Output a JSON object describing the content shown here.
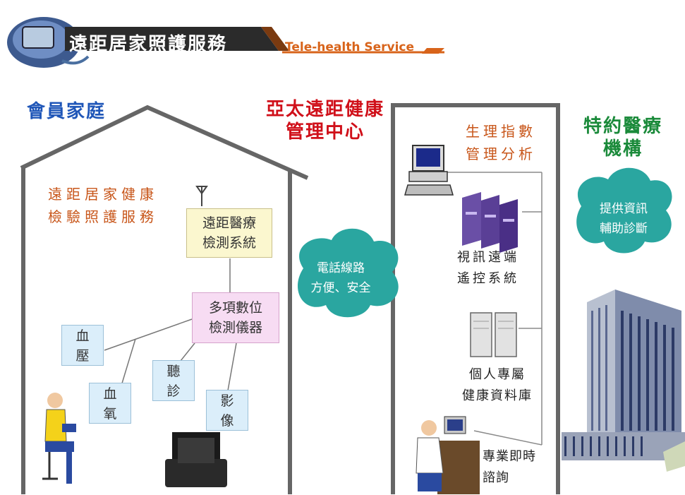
{
  "header": {
    "title": "遠距居家照護服務",
    "subtitle": "Tele-health Service"
  },
  "sections": {
    "member_family": "會員家庭",
    "center_line1": "亞太遠距健康",
    "center_line2": "管理中心",
    "partner_line1": "特約醫療",
    "partner_line2": "機構"
  },
  "home": {
    "service_line1": "遠距居家健康",
    "service_line2": "檢驗照護服務",
    "system_line1": "遠距醫療",
    "system_line2": "檢測系統",
    "instrument_line1": "多項數位",
    "instrument_line2": "檢測儀器",
    "bp_line1": "血",
    "bp_line2": "壓",
    "oxygen_line1": "血",
    "oxygen_line2": "氧",
    "auscult_line1": "聽",
    "auscult_line2": "診",
    "image_line1": "影",
    "image_line2": "像"
  },
  "phone_cloud": {
    "line1": "電話線路",
    "line2": "方便、安全"
  },
  "center": {
    "analysis_line1": "生理指數",
    "analysis_line2": "管理分析",
    "video_line1": "視訊遠端",
    "video_line2": "遙控系統",
    "db_line1": "個人專屬",
    "db_line2": "健康資料庫",
    "consult_line1": "專業即時",
    "consult_line2": "諮詢"
  },
  "info_cloud": {
    "line1": "提供資訊",
    "line2": "輔助診斷"
  },
  "colors": {
    "blue_title": "#1f56b8",
    "red_title": "#d0101a",
    "green_title": "#1a8a3a",
    "orange_text": "#c8561a",
    "cloud": "#2aa6a0"
  }
}
